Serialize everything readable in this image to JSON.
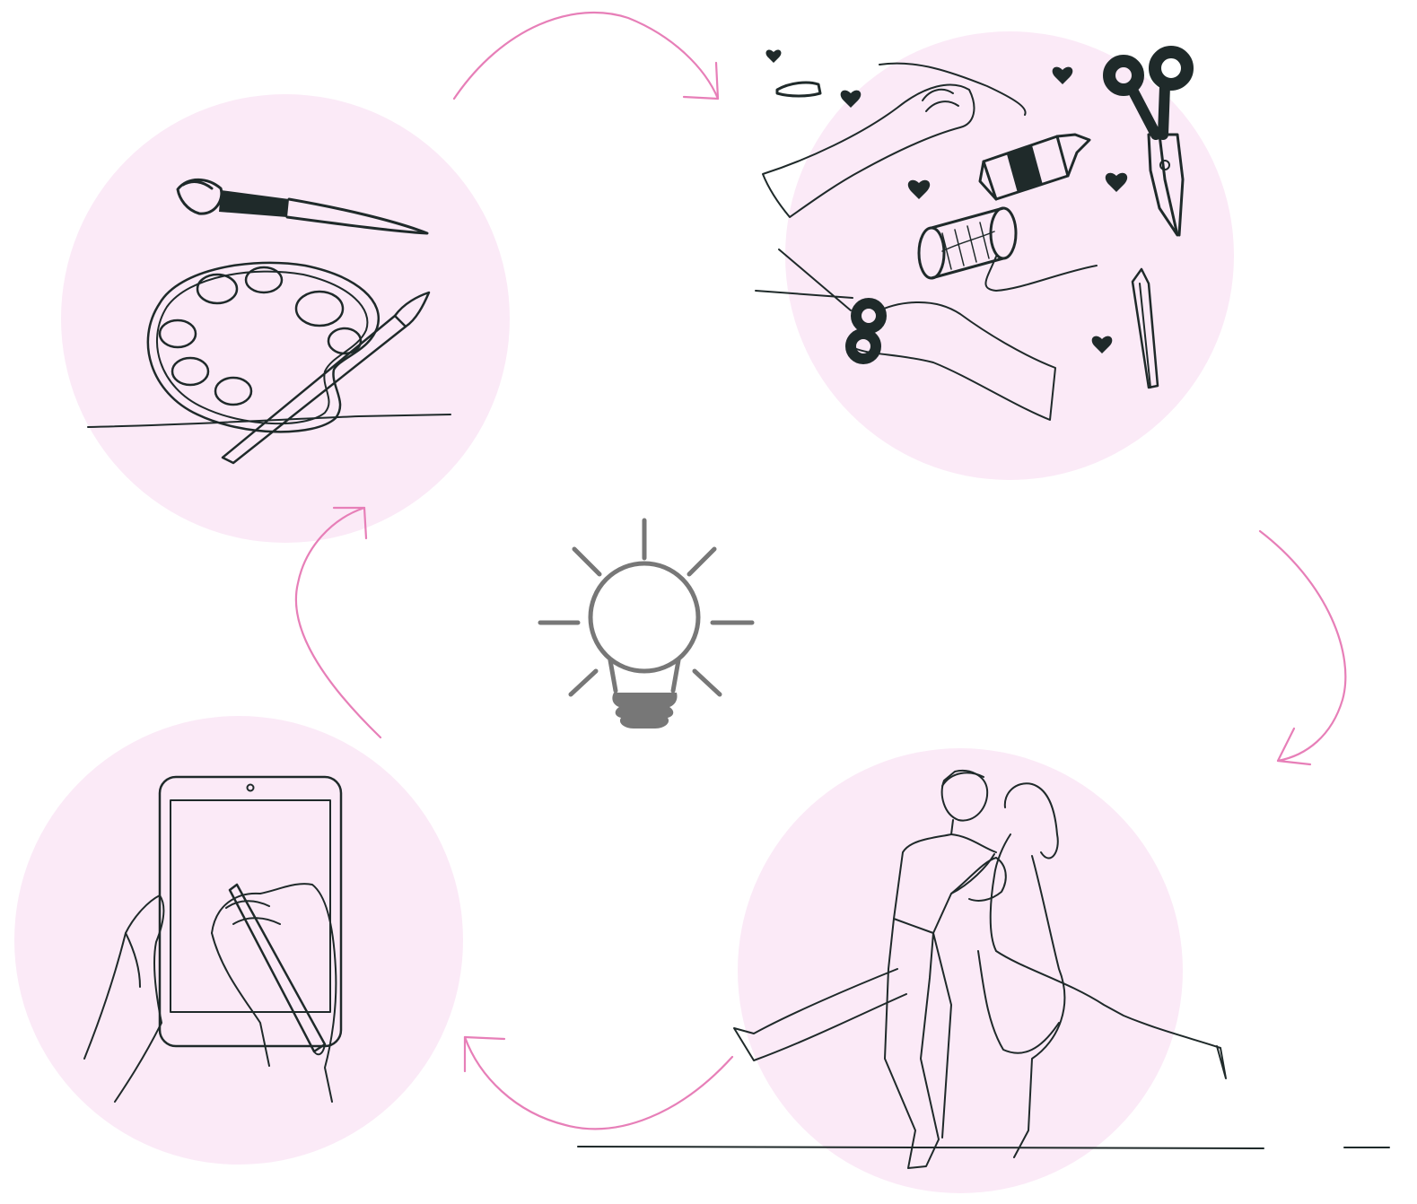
{
  "colors": {
    "circle_fill": "#fbeaf7",
    "arrow": "#e77fb8",
    "line_art": "#1f2a2a",
    "bulb": "#777777",
    "background": "#ffffff"
  },
  "center": {
    "icon": "lightbulb-icon"
  },
  "nodes": [
    {
      "id": "painting",
      "icon": "paint-palette-and-brush-icon"
    },
    {
      "id": "crafting",
      "icon": "sewing-craft-tools-icon"
    },
    {
      "id": "dancing",
      "icon": "dancing-couple-icon"
    },
    {
      "id": "digital-drawing",
      "icon": "tablet-and-stylus-icon"
    }
  ],
  "flow": [
    {
      "from": "painting",
      "to": "crafting",
      "icon": "curved-arrow-icon"
    },
    {
      "from": "crafting",
      "to": "dancing",
      "icon": "curved-arrow-icon"
    },
    {
      "from": "dancing",
      "to": "digital-drawing",
      "icon": "curved-arrow-icon"
    },
    {
      "from": "digital-drawing",
      "to": "painting",
      "icon": "curved-arrow-icon"
    }
  ]
}
